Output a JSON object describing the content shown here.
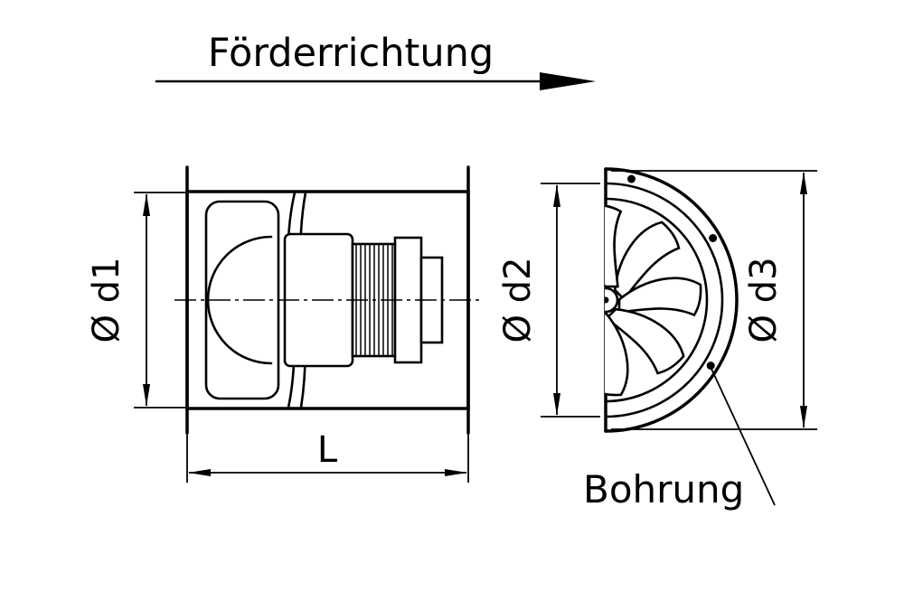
{
  "drawing": {
    "flow_direction_label": "Förderrichtung",
    "side_view": {
      "diameter_d1": "Ø d1",
      "length": "L"
    },
    "front_view": {
      "diameter_d2": "Ø d2",
      "diameter_d3": "Ø d3",
      "bore_label": "Bohrung"
    }
  },
  "colors": {
    "line-color": "#000000",
    "bg-color": "#ffffff"
  }
}
